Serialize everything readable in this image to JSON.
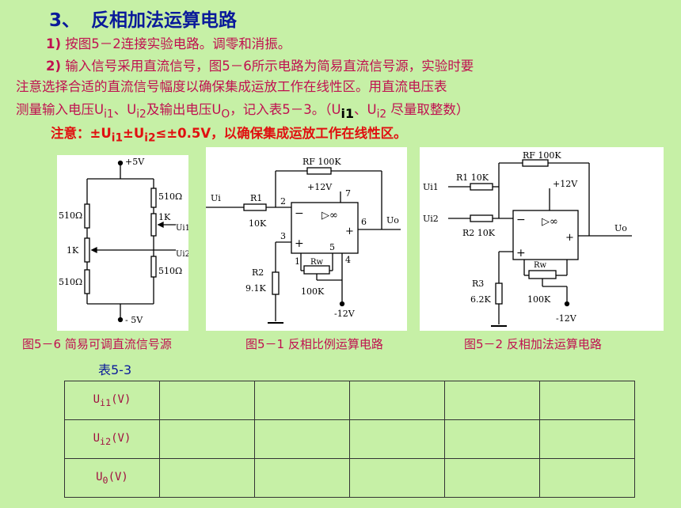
{
  "title": {
    "number": "3、",
    "text": "反相加法运算电路"
  },
  "step1": {
    "num": "1)",
    "text": "按图5－2连接实验电路。调零和消振。"
  },
  "step2": {
    "num": "2)",
    "text_a": "输入信号采用直流信号，图5－6所示电路为简易直流信号源，实验时要"
  },
  "step2_line2": "注意选择合适的直流信号幅度以确保集成运放工作在线性区。用直流电压表",
  "step2_line3": {
    "a": "测量输入电压U",
    "s1": "i1",
    "b": "、U",
    "s2": "i2",
    "c": "及输出电压U",
    "s3": "O",
    "d": "，记入表5－3。（U",
    "s4": "i1",
    "e": "、U",
    "s5": "i2",
    "f": "尽量取整数）"
  },
  "note": {
    "a": "注意：±U",
    "s1": "i1",
    "b": "±U",
    "s2": "i2",
    "c": "≤±0.5V，以确保集成运放工作在线性区。"
  },
  "fig56": {
    "vplus": "+5V",
    "vminus": "- 5V",
    "r_left_top": "510Ω",
    "r_left_bottom": "510Ω",
    "pot_mid": "1K",
    "r_right_top": "510Ω",
    "pot_right": "1K",
    "r_right_bottom": "510Ω",
    "out1": "Ui1",
    "out2": "Ui2"
  },
  "fig51": {
    "rf": "RF 100K",
    "vcc": "+12V",
    "pin7": "7",
    "ui": "Ui",
    "r1": "R1",
    "r1v": "10K",
    "pin2": "2",
    "pin3": "3",
    "pin6": "6",
    "uo": "Uo",
    "amp": "▷∞",
    "minus": "−",
    "plus": "+",
    "pin1": "1",
    "rw": "Rw",
    "pin5": "5",
    "pin4": "4",
    "r2": "R2",
    "r2v": "9.1K",
    "pot": "100K",
    "vee": "-12V"
  },
  "fig52": {
    "rf": "RF 100K",
    "r1": "R1 10K",
    "vcc": "+12V",
    "ui1": "Ui1",
    "ui2": "Ui2",
    "r2": "R2 10K",
    "amp": "▷∞",
    "uo": "Uo",
    "rw": "Rw",
    "r3": "R3",
    "r3v": "6.2K",
    "pot": "100K",
    "vee": "-12V"
  },
  "captions": {
    "c1": "图5－6  简易可调直流信号源",
    "c2": "图5－1  反相比例运算电路",
    "c3": "图5－2  反相加法运算电路"
  },
  "table": {
    "name": "表5-3",
    "rows": [
      {
        "label": "U",
        "sub": "i1",
        "unit": "(V)"
      },
      {
        "label": "U",
        "sub": "i2",
        "unit": "(V)"
      },
      {
        "label": "U",
        "sub": "0",
        "unit": "(V)"
      }
    ]
  }
}
